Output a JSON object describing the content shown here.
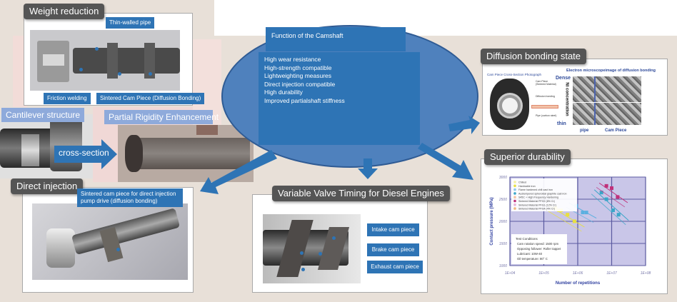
{
  "center": {
    "title": "Function of the  Camshaft",
    "functions": [
      "High wear resistance",
      "High-strength compatible",
      "Lightweighting measures",
      "Direct injection compatible",
      "High durability",
      "Improved partialshaft stiffness"
    ]
  },
  "weight_reduction": {
    "tag": "Weight reduction",
    "callouts": {
      "pipe": "Thin-walled pipe",
      "friction": "Friction welding",
      "sintered": "Sintered Cam Piece (Diffusion Bonding)"
    }
  },
  "cantilever": {
    "label": "Cantilever structure",
    "cross_section": "cross-section",
    "rigidity": "Partial Rigidity Enhancement"
  },
  "direct_injection": {
    "tag": "Direct injection",
    "callout": "Sintered cam piece for direct injection pump drive (diffusion bonding)"
  },
  "vvt": {
    "tag": "Variable Valve Timing for Diesel Engines",
    "callouts": [
      "Intake cam piece",
      "Brake cam piece",
      "Exhaust cam piece"
    ]
  },
  "diffusion": {
    "tag": "Diffusion bonding state",
    "photo_caption": "Cam Piece  Cross-Section  Photograph",
    "em_title": "Electron microscopeimage of diffusion bonding",
    "dense": "Dense",
    "thin": "thin",
    "concentration": "Ni concentration",
    "pipe": "pipe",
    "cam_piece": "Cam Piece",
    "cam_labels": [
      "Cam Piece (Sintered Material)",
      "Diffusion bonding",
      "Pipe (carbon steel)"
    ]
  },
  "durability": {
    "tag": "Superior durability"
  },
  "chart_data": {
    "type": "scatter",
    "title": "",
    "xlabel": "Number of repetitions",
    "ylabel": "Contact pressure (MPa)",
    "x_scale": "log",
    "xlim": [
      10000,
      100000000
    ],
    "ylim": [
      1000,
      3000
    ],
    "x_ticks": [
      "1E+04",
      "1E+05",
      "1E+06",
      "1E+07",
      "1E+08"
    ],
    "y_ticks": [
      "3000",
      "2500",
      "2000",
      "1500",
      "1000"
    ],
    "grid": true,
    "legend_position": "top-left",
    "legend": [
      "Chilled",
      "Hardnable iron",
      "Flame hardened chill cast iron",
      "Austempered spheroidal graphite cast iron",
      "S45C + High Frequency Hardening",
      "Sintered Material PFG2 (8% Cr)",
      "Sintered Material PFG1 (12% Cr)",
      "Sintered Material PFG4 (4% Cr)"
    ],
    "series": [
      {
        "name": "Hardnable iron",
        "color": "#e8e040",
        "points": [
          [
            220000,
            2300
          ],
          [
            280000,
            2250
          ],
          [
            320000,
            2250
          ],
          [
            500000,
            2150
          ],
          [
            800000,
            2000
          ]
        ]
      },
      {
        "name": "Flame hardened chill cast iron",
        "color": "#5bb0e0",
        "points": [
          [
            900000,
            2350
          ],
          [
            1400000,
            2200
          ],
          [
            1800000,
            2200
          ]
        ]
      },
      {
        "name": "Austempered spheroidal graphite cast iron",
        "color": "#3aa6c8",
        "points": [
          [
            5000000,
            2650
          ],
          [
            7000000,
            2500
          ],
          [
            11000000,
            2250
          ],
          [
            16000000,
            2150
          ]
        ]
      },
      {
        "name": "Sintered Material PFG2 (8% Cr)",
        "color": "#c0307a",
        "points": [
          [
            7000000,
            2800
          ],
          [
            10000000,
            2750
          ],
          [
            15000000,
            2550
          ]
        ]
      }
    ],
    "annotation": {
      "title": "Test Conditions",
      "lines": [
        "Cam rotation speed: 1500 rpm",
        "Opposing follower: Roller tappet",
        "Lubricant: 10W-40",
        "Oil temperature: 80° C"
      ]
    }
  },
  "colors": {
    "accent": "#2e74b5",
    "tag_bg": "#555555",
    "background": "#e8e0d8",
    "ellipse": "#4f81bd"
  }
}
